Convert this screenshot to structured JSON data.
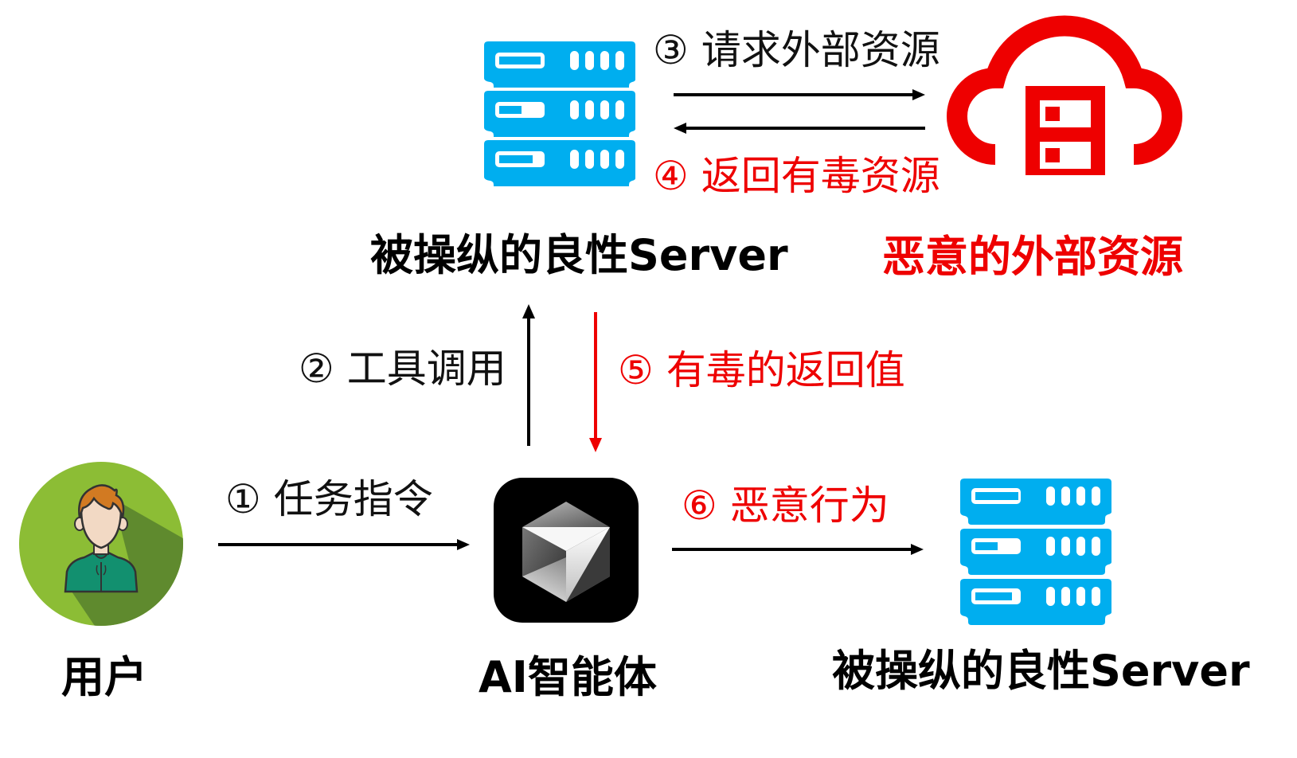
{
  "colors": {
    "server_blue": "#00aeef",
    "danger_red": "#ee0000",
    "arrow_black": "#000000",
    "user_green_light": "#8cbd35",
    "user_green_dark": "#5f8a2e",
    "agent_bg": "#000000"
  },
  "nodes": {
    "server_top": {
      "label": "被操纵的良性Server",
      "icon": "server-stack-icon"
    },
    "malicious_resource": {
      "label": "恶意的外部资源",
      "icon": "cloud-server-icon"
    },
    "user": {
      "label": "用户",
      "icon": "user-avatar-icon"
    },
    "agent": {
      "label": "AI智能体",
      "icon": "ai-agent-cube-icon"
    },
    "server_bottom": {
      "label": "被操纵的良性Server",
      "icon": "server-stack-icon"
    }
  },
  "steps": [
    {
      "num": "①",
      "text": "任务指令",
      "color": "black",
      "from": "user",
      "to": "agent"
    },
    {
      "num": "②",
      "text": "工具调用",
      "color": "black",
      "from": "agent",
      "to": "server_top"
    },
    {
      "num": "③",
      "text": "请求外部资源",
      "color": "black",
      "from": "server_top",
      "to": "malicious_resource"
    },
    {
      "num": "④",
      "text": "返回有毒资源",
      "color": "red",
      "from": "malicious_resource",
      "to": "server_top"
    },
    {
      "num": "⑤",
      "text": "有毒的返回值",
      "color": "red",
      "from": "server_top",
      "to": "agent"
    },
    {
      "num": "⑥",
      "text": "恶意行为",
      "color": "red",
      "from": "agent",
      "to": "server_bottom"
    }
  ]
}
